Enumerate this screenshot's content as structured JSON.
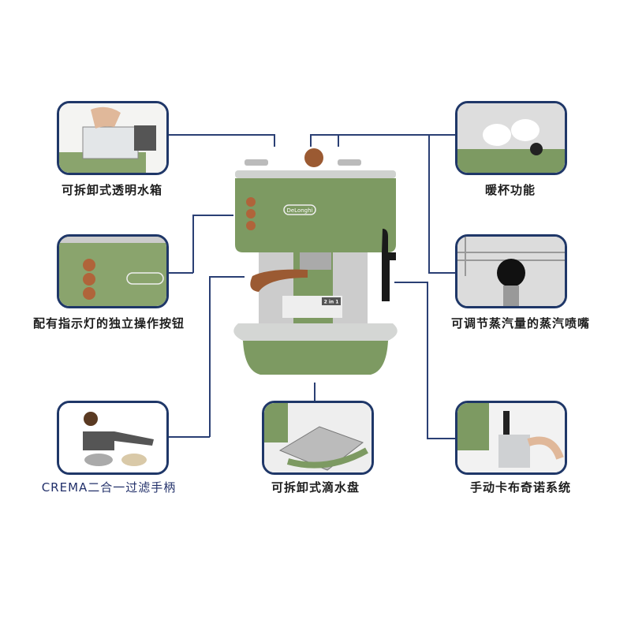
{
  "features": [
    {
      "id": "water-tank",
      "label": "可拆卸式透明水箱"
    },
    {
      "id": "cup-warmer",
      "label": "暖杯功能"
    },
    {
      "id": "control-buttons",
      "label": "配有指示灯的独立操作按钮"
    },
    {
      "id": "steam-nozzle",
      "label": "可调节蒸汽量的蒸汽喷嘴"
    },
    {
      "id": "filter-holder",
      "label": "CREMA二合一过滤手柄"
    },
    {
      "id": "drip-tray",
      "label": "可拆卸式滴水盘"
    },
    {
      "id": "cappuccino-system",
      "label": "手动卡布奇诺系统"
    }
  ],
  "machine": {
    "brand": "DeLonghi",
    "badge": "2 in 1",
    "colors": {
      "body": "#7d9a62",
      "accent": "#b0643a",
      "border": "#1f3768"
    }
  }
}
